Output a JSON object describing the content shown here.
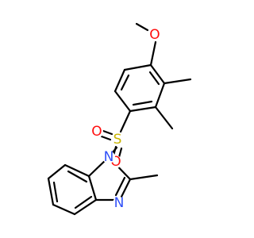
{
  "molecule": {
    "colors": {
      "bond": "#000000",
      "oxygen": "#ff0d0d",
      "nitrogen": "#3050f8",
      "sulfur": "#c8b400",
      "background": "#ffffff"
    },
    "atoms": {
      "methoxy_oxygen": "O",
      "sulfonyl_oxygen_left": "O",
      "sulfonyl_oxygen_bottom": "O",
      "sulfur": "S",
      "imidazole_n1": "N",
      "imidazole_n3": "N"
    }
  }
}
